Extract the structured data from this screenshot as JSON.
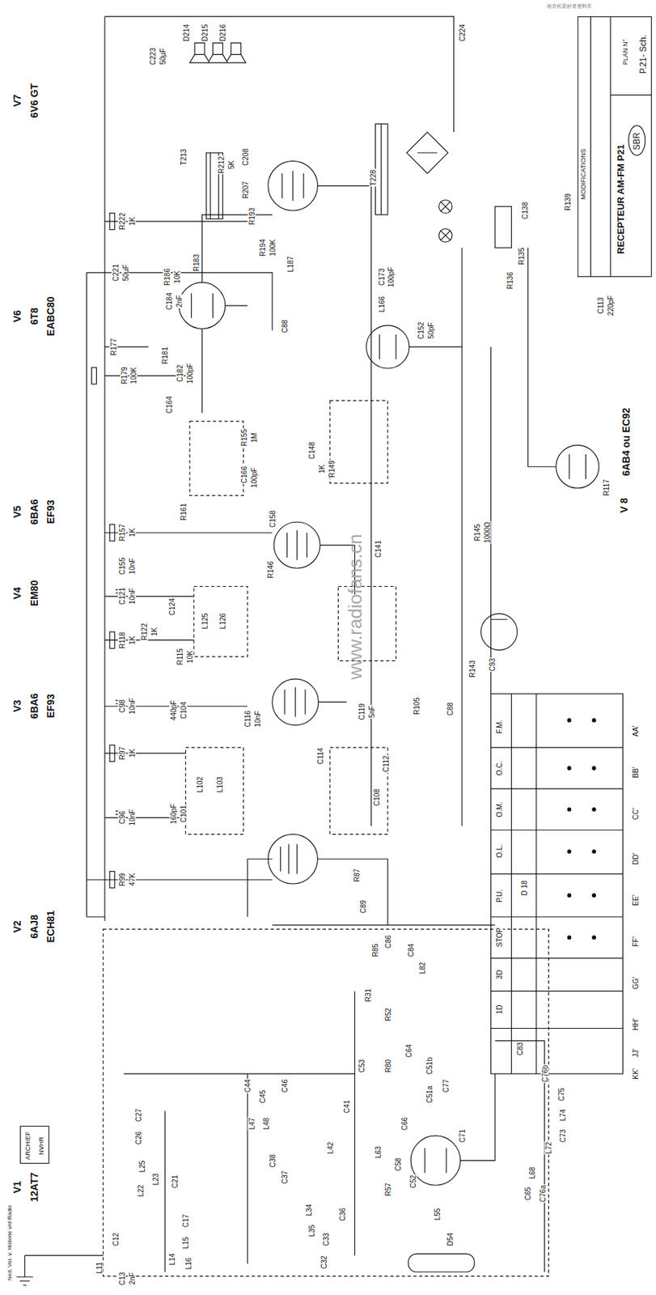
{
  "diagram": {
    "nodes": [
      {
        "text": [
          "MODIFICATIONS",
          "RECEPTEUR AM-FM P21",
          "PLAN N°",
          "SBR",
          "P.21- Sch."
        ]
      },
      {
        "text": [
          "ARCHIEF",
          "NVHR"
        ]
      }
    ],
    "labels": [
      "V1",
      "12AT7",
      "V2",
      "6AJ8",
      "ECH81",
      "V3",
      "6BA6",
      "EF93",
      "V4",
      "EM80",
      "V5",
      "6BA6",
      "EF93",
      "V6",
      "6T8",
      "EABC80",
      "V7",
      "6V6 GT",
      "V 8",
      "6AB4 ou EC92",
      "Ned. Ver. v. Historie v/d Radio",
      "www.radiofans.cn",
      "收音机爱好者资料库",
      "R99",
      "47K",
      "C96",
      "10nF",
      "R97",
      "1K",
      "C98",
      "10nF",
      "C101",
      "160pF",
      "L102",
      "L103",
      "C104",
      "440pF",
      "R115",
      "10K",
      "C116",
      "10nF",
      "R118",
      "1K",
      "C121",
      "10nF",
      "C155",
      "10nF",
      "R157",
      "1K",
      "R122",
      "1K",
      "C124",
      "L125",
      "L126",
      "R146",
      "C158",
      "C141",
      "R149",
      "1K",
      "C148",
      "R161",
      "C164",
      "R155",
      "1M",
      "C166",
      "100pF",
      "R177",
      "R179",
      "100K",
      "R181",
      "C182",
      "100pF",
      "C184",
      "2nF",
      "R183",
      "R186",
      "10K",
      "C221",
      "50µF",
      "R222",
      "1K",
      "C223",
      "50µF",
      "D214",
      "D215",
      "D216",
      "T213",
      "R212",
      "5K",
      "R207",
      "C208",
      "R193",
      "R194",
      "100K",
      "L187",
      "C88",
      "C173",
      "100pF",
      "L166",
      "C152",
      "50pF",
      "R135",
      "C138",
      "R139",
      "C113",
      "220pF",
      "R117",
      "R136",
      "R145",
      "1000Ω",
      "R143",
      "C93",
      "R105",
      "C88",
      "C119",
      "5nF",
      "C114",
      "C112",
      "C108",
      "R87",
      "C89",
      "R85",
      "C86",
      "C84",
      "L82",
      "R31",
      "R52",
      "C53",
      "C51a",
      "C51b",
      "C44",
      "C45",
      "C46",
      "L47",
      "L48",
      "C41",
      "C38",
      "C37",
      "L42",
      "C36",
      "C33",
      "C32",
      "L34",
      "L35",
      "C26",
      "C27",
      "L25",
      "L22",
      "L23",
      "C21",
      "C17",
      "L15",
      "L16",
      "L14",
      "L11",
      "C12",
      "C13",
      "2nF",
      "D54",
      "L55",
      "R57",
      "C52",
      "C58",
      "L63",
      "C66",
      "R80",
      "C64",
      "C77",
      "C83",
      "C76b",
      "C75",
      "L74",
      "C73",
      "L72",
      "C71",
      "L68",
      "C65",
      "C76a",
      "T228",
      "C224",
      "F.M.",
      "O.C.",
      "O.M.",
      "O.L.",
      "P.U.",
      "STOP",
      "3D",
      "1D",
      "D 18",
      "AA'",
      "BB'",
      "CC'",
      "DD'",
      "EE'",
      "FF'",
      "GG'",
      "HH'",
      "JJ'",
      "KK'"
    ]
  }
}
